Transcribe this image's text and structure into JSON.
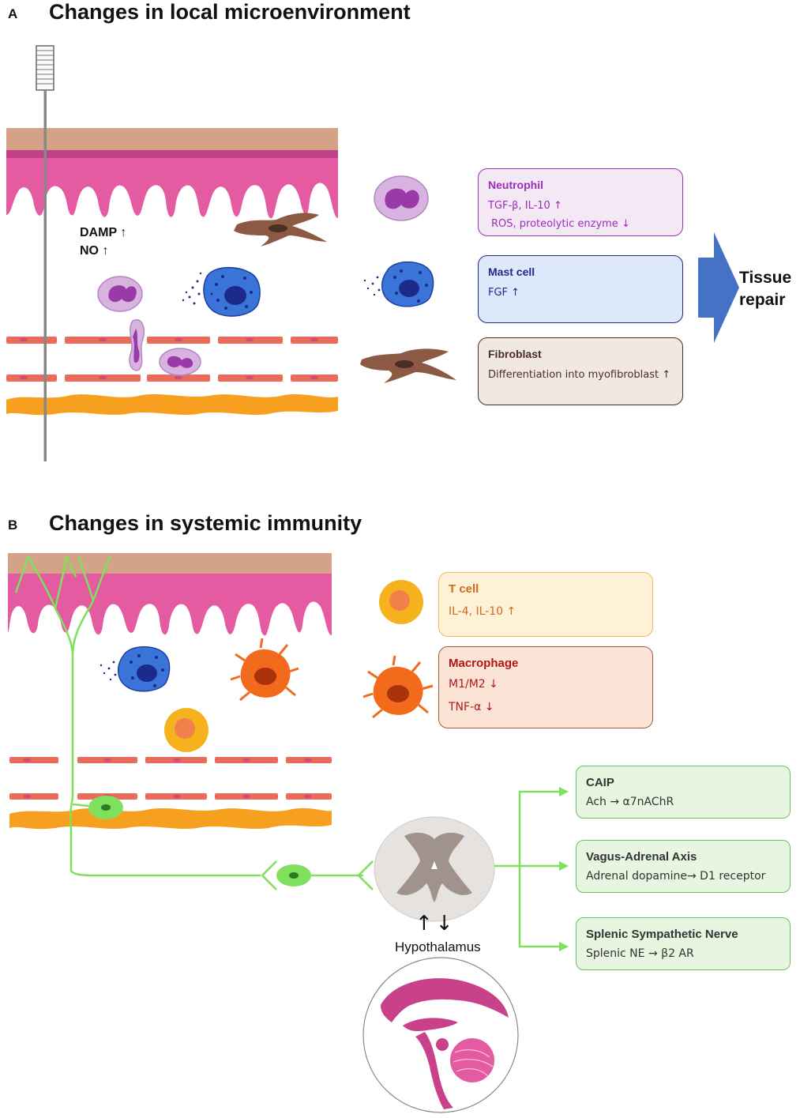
{
  "panel_a": {
    "letter": "A",
    "title": "Changes in local microenvironment",
    "damp_label": "DAMP ↑",
    "no_label": "NO ↑",
    "outcome_line1": "Tissue",
    "outcome_line2": "repair",
    "boxes": [
      {
        "title": "Neutrophil",
        "lines": [
          "TGF-β, IL-10 ↑",
          "ROS, proteolytic enzyme ↓"
        ],
        "color": "#9b2fb8",
        "bg": "#f4e8f5"
      },
      {
        "title": "Mast cell",
        "lines": [
          "FGF ↑"
        ],
        "color": "#1d2a8c",
        "bg": "#dde8fa"
      },
      {
        "title": "Fibroblast",
        "lines": [
          "Differentiation into myofibroblast ↑"
        ],
        "color": "#4a2e22",
        "bg": "#f1e7e3"
      }
    ]
  },
  "panel_b": {
    "letter": "B",
    "title": "Changes in systemic immunity",
    "cell_boxes": [
      {
        "title": "T cell",
        "lines": [
          "IL-4, IL-10 ↑"
        ],
        "color": "#d2691e",
        "bg": "#fdf1d6",
        "border": "#efb862"
      },
      {
        "title": "Macrophage",
        "lines": [
          "M1/M2 ↓",
          "TNF-α ↓"
        ],
        "color": "#b01818",
        "bg": "#fbe3d6",
        "border": "#a65a3c"
      }
    ],
    "pathways": [
      {
        "title": "CAIP",
        "line": "Ach → α7nAChR"
      },
      {
        "title": "Vagus-Adrenal Axis",
        "line": "Adrenal dopamine→ D1 receptor"
      },
      {
        "title": "Splenic Sympathetic Nerve",
        "line": "Splenic NE → β2 AR"
      }
    ],
    "hypothalamus_arrows": "↑↓",
    "hypothalamus_label": "Hypothalamus"
  },
  "colors": {
    "skin_top": "#d4a286",
    "epidermis": "#e45ba2",
    "epidermis_dark": "#c0418a",
    "vessel": "#ea6a5c",
    "fat": "#f7a020",
    "nerve": "#7ee05c",
    "arrow_blue": "#4472c4",
    "mast": "#3a74d8",
    "neutrophil": "#c996d4",
    "fibroblast": "#8c5a44",
    "macrophage": "#f26b1d",
    "tcell": "#f5b21c"
  }
}
